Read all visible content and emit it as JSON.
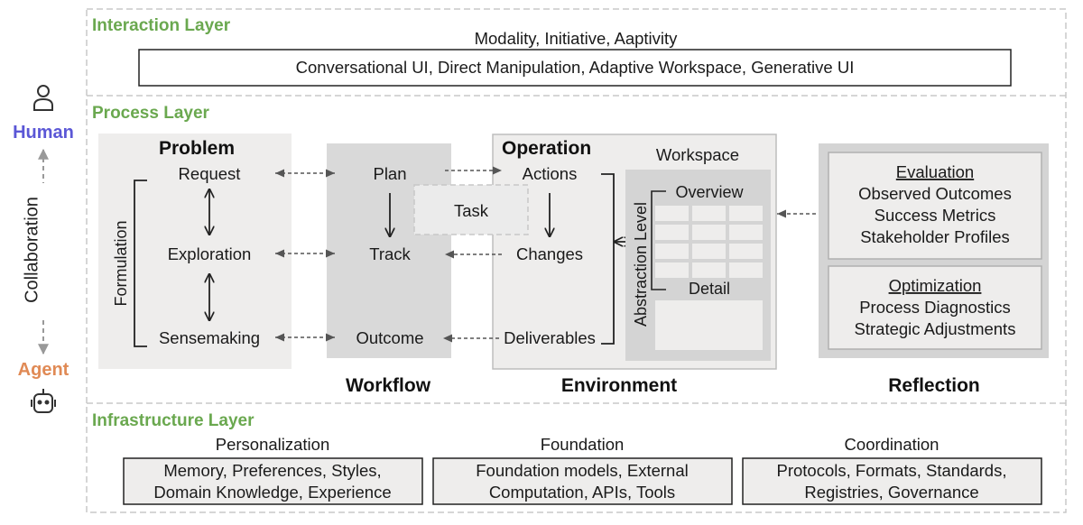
{
  "colors": {
    "layer_title": "#6aa84f",
    "human": "#5b57d6",
    "agent": "#e08a55",
    "panel_light": "#eeedec",
    "panel_mid": "#d9d9d9",
    "panel_dark": "#d4d4d4"
  },
  "left_axis": {
    "human_icon": "user-icon",
    "human_label": "Human",
    "axis_label": "Collaboration",
    "agent_label": "Agent",
    "agent_icon": "robot-icon"
  },
  "interaction_layer": {
    "title": "Interaction Layer",
    "subtitle": "Modality, Initiative, Aaptivity",
    "box_text": "Conversational UI, Direct Manipulation, Adaptive Workspace, Generative UI"
  },
  "process_layer": {
    "title": "Process Layer",
    "problem": {
      "title": "Problem",
      "formulation": "Formulation",
      "items": [
        "Request",
        "Exploration",
        "Sensemaking"
      ]
    },
    "workflow": {
      "label": "Workflow",
      "items": [
        "Plan",
        "Track",
        "Outcome"
      ],
      "task": "Task"
    },
    "operation": {
      "title": "Operation",
      "items": [
        "Actions",
        "Changes",
        "Deliverables"
      ],
      "workspace": "Workspace",
      "abstraction": "Abstraction Level",
      "overview": "Overview",
      "detail": "Detail"
    },
    "environment_label": "Environment",
    "reflection": {
      "label": "Reflection",
      "evaluation_title": "Evaluation",
      "evaluation_items": [
        "Observed Outcomes",
        "Success Metrics",
        "Stakeholder Profiles"
      ],
      "optimization_title": "Optimization",
      "optimization_items": [
        "Process Diagnostics",
        "Strategic Adjustments"
      ]
    }
  },
  "infrastructure_layer": {
    "title": "Infrastructure Layer",
    "columns": [
      {
        "title": "Personalization",
        "lines": [
          "Memory, Preferences, Styles,",
          "Domain Knowledge, Experience"
        ]
      },
      {
        "title": "Foundation",
        "lines": [
          "Foundation models, External",
          "Computation, APIs, Tools"
        ]
      },
      {
        "title": "Coordination",
        "lines": [
          "Protocols, Formats, Standards,",
          "Registries, Governance"
        ]
      }
    ]
  }
}
